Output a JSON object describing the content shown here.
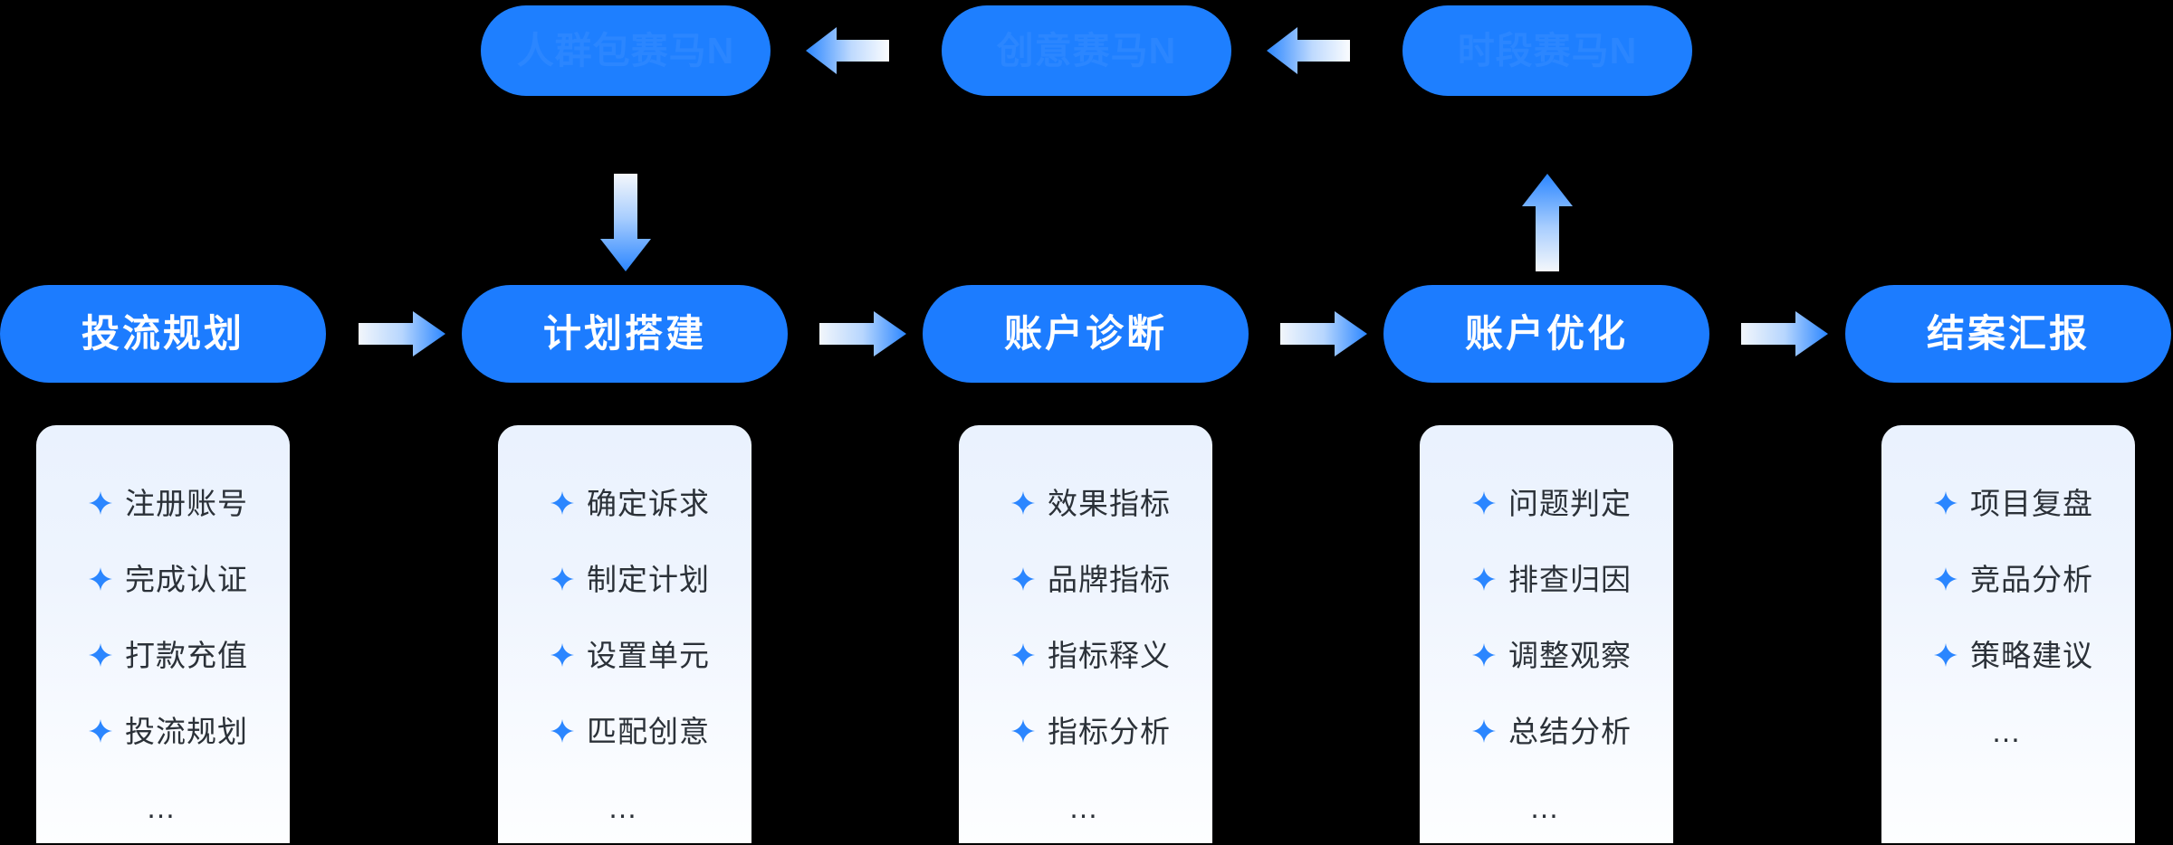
{
  "colors": {
    "background": "#000000",
    "pill_blue": "#1C7CFF",
    "top_pill_blue": "#1E7FFF",
    "top_pill_text": "#2B86FF",
    "stage_text": "#FFFFFF",
    "bullet_star": "#2B86FF",
    "bullet_text": "#2B3138",
    "card_top": "#EAF2FE",
    "card_bottom": "#FDFEFF",
    "arrow_blue": "#2B86FF",
    "arrow_light": "#F2F6FB"
  },
  "top_row": {
    "pills": [
      {
        "label": "人群包赛马N"
      },
      {
        "label": "创意赛马N"
      },
      {
        "label": "时段赛马N"
      }
    ],
    "arrows": [
      {
        "icon": "arrow-left-icon"
      },
      {
        "icon": "arrow-left-icon"
      }
    ]
  },
  "connectors": {
    "down": {
      "icon": "arrow-down-icon"
    },
    "up": {
      "icon": "arrow-up-icon"
    }
  },
  "main_row": {
    "stages": [
      {
        "label": "投流规划"
      },
      {
        "label": "计划搭建"
      },
      {
        "label": "账户诊断"
      },
      {
        "label": "账户优化"
      },
      {
        "label": "结案汇报"
      }
    ],
    "arrows": [
      {
        "icon": "arrow-right-icon"
      },
      {
        "icon": "arrow-right-icon"
      },
      {
        "icon": "arrow-right-icon"
      },
      {
        "icon": "arrow-right-icon"
      }
    ]
  },
  "cards": [
    {
      "items": [
        "注册账号",
        "完成认证",
        "打款充值",
        "投流规划"
      ],
      "ellipsis": "…"
    },
    {
      "items": [
        "确定诉求",
        "制定计划",
        "设置单元",
        "匹配创意"
      ],
      "ellipsis": "…"
    },
    {
      "items": [
        "效果指标",
        "品牌指标",
        "指标释义",
        "指标分析"
      ],
      "ellipsis": "…"
    },
    {
      "items": [
        "问题判定",
        "排查归因",
        "调整观察",
        "总结分析"
      ],
      "ellipsis": "…"
    },
    {
      "items": [
        "项目复盘",
        "竞品分析",
        "策略建议"
      ],
      "ellipsis": "…"
    }
  ]
}
